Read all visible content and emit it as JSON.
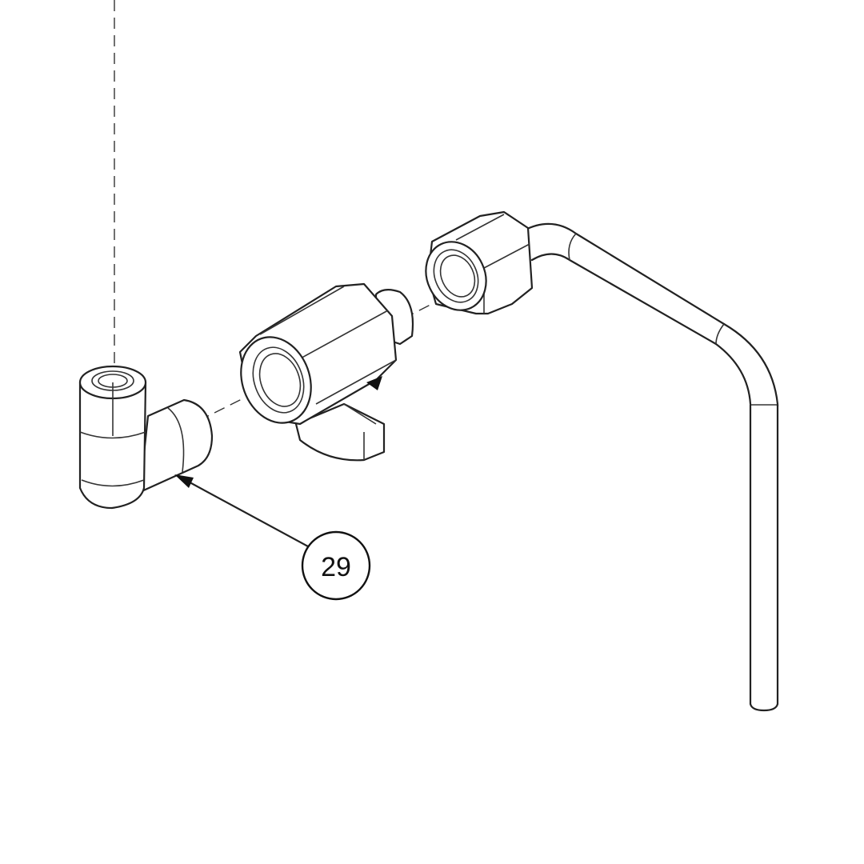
{
  "diagram": {
    "type": "exploded-parts-view",
    "background": "#ffffff",
    "line_color": "#222222",
    "parts": [
      {
        "name": "elbow-fitting",
        "description": "90-degree elbow push fitting"
      },
      {
        "name": "hex-adapter",
        "description": "hex body adapter with tab"
      },
      {
        "name": "compression-nut",
        "description": "hex compression nut"
      },
      {
        "name": "bent-tube",
        "description": "formed tube with two bends"
      }
    ],
    "callouts": [
      {
        "label": "29",
        "points_to": "elbow-fitting"
      }
    ]
  }
}
